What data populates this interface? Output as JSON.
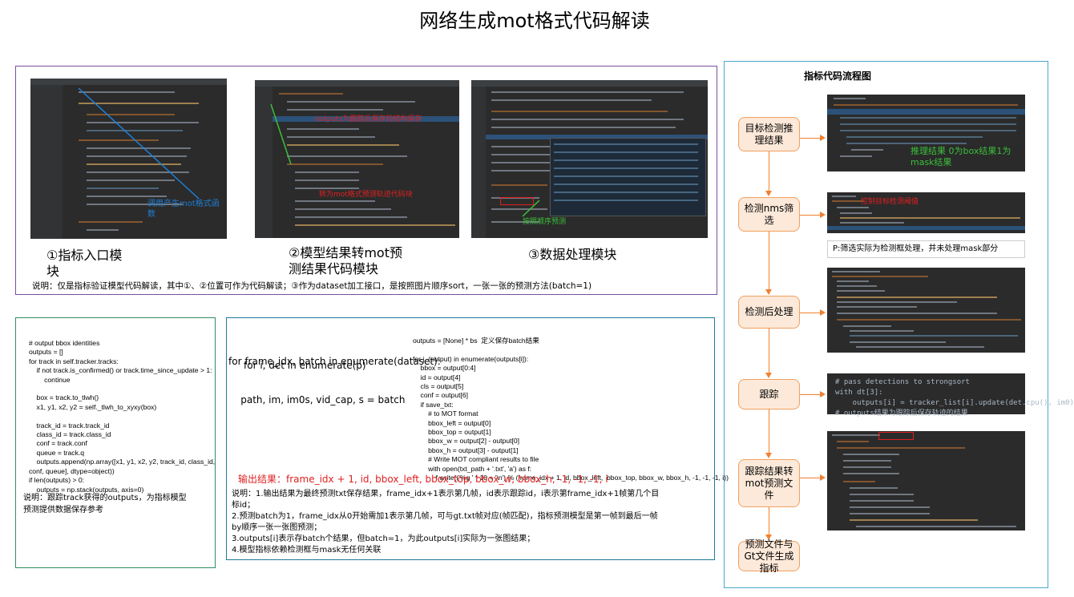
{
  "title": "网络生成mot格式代码解读",
  "module1": {
    "caption": "①指标入口模块",
    "annotation": "调用产生mot格式函数",
    "caption_line1": "①指标入口模",
    "caption_line2": "块"
  },
  "module2": {
    "caption_line1": "②模型结果转mot预",
    "caption_line2": "测结果代码模块",
    "annotation_top": "outputs为跟踪后保存的结构保存",
    "annotation_mid": "转为mot格式预测轨迹代码块"
  },
  "module3": {
    "caption": "③数据处理模块",
    "annotation": "按照顺序预测"
  },
  "top_note": "说明：仅是指标验证模型代码解读，其中①、②位置可作为代码解读；③作为dataset加工接口，是按照图片顺序sort，一张一张的预测方法(batch=1)",
  "left_box": {
    "code": [
      "# output bbox identities",
      "outputs = []",
      "for track in self.tracker.tracks:",
      "    if not track.is_confirmed() or track.time_since_update > 1:",
      "        continue",
      "",
      "    box = track.to_tlwh()",
      "    x1, y1, x2, y2 = self._tlwh_to_xyxy(box)",
      "",
      "    track_id = track.track_id",
      "    class_id = track.class_id",
      "    conf = track.conf",
      "    queue = track.q",
      "    outputs.append(np.array([x1, y1, x2, y2, track_id, class_id,",
      "conf, queue], dtype=object))",
      "if len(outputs) > 0:",
      "    outputs = np.stack(outputs, axis=0)"
    ],
    "note_line1": "说明：跟踪track获得的outputs，为指标模型",
    "note_line2": "预测提供数据保存参考"
  },
  "mid_box": {
    "loop1": "for frame_idx, batch in enumerate(dataset):",
    "loop2": "    path, im, im0s, vid_cap, s = batch",
    "loop3": "for i, det in enumerate(p)",
    "code": [
      "outputs = [None] * bs  定义保存batch结果",
      "",
      "for j, (output) in enumerate(outputs[i]):",
      "    bbox = output[0:4]",
      "    id = output[4]",
      "    cls = output[5]",
      "    conf = output[6]",
      "    if save_txt:",
      "        # to MOT format",
      "        bbox_left = output[0]",
      "        bbox_top = output[1]",
      "        bbox_w = output[2] - output[0]",
      "        bbox_h = output[3] - output[1]",
      "        # Write MOT compliant results to file",
      "        with open(txt_path + '.txt', 'a') as f:",
      "            f.write(('%g ' * 10 + '\\n') % (frame_idx + 1, id, bbox_left,  bbox_top, bbox_w, bbox_h, -1, -1, -1, i))"
    ],
    "result_label": "输出结果：",
    "result_text": "frame_idx + 1, id, bbox_left, bbox_top, bbox_w, bbox_h, -1, -1, -1, i",
    "notes": [
      "说明：1.输出结果为最终预测txt保存结果，frame_idx+1表示第几帧，id表示跟踪id，i表示第frame_idx+1帧第几个目",
      "标id；",
      "2.预测batch为1，frame_idx从0开始需加1表示第几帧，可与gt.txt帧对应(帧匹配)，指标预测模型是第一帧到最后一帧",
      "by顺序一张一张图预测；",
      "3.outputs[i]表示存batch个结果，但batch=1，为此outputs[i]实际为一张图结果；",
      "4.模型指标依赖检测框与mask无任何关联"
    ]
  },
  "flow": {
    "title": "指标代码流程图",
    "nodes": [
      {
        "label": "目标检测推理结果"
      },
      {
        "label": "检测nms筛选"
      },
      {
        "label": "检测后处理"
      },
      {
        "label": "跟踪"
      },
      {
        "label": "跟踪结果转mot预测文件"
      },
      {
        "label": "预测文件与Gt文件生成指标"
      }
    ],
    "shot1_note": "推理结果 0为box结果1为mask结果",
    "shot2_note": "控制目标检测阈值",
    "nms_note": "P:筛选实际为检测框处理，并未处理mask部分",
    "shot4_code": [
      "# pass detections to strongsort",
      "with dt[3]:",
      "    outputs[i] = tracker_list[i].update(det.cpu(), im0)",
      "# outputs结果为跟踪后保存轨迹的结果"
    ]
  },
  "colors": {
    "accent_red": "#e02020",
    "accent_blue": "#1e7fd6",
    "flow_fill": "#fde9d9",
    "flow_border": "#f08030"
  }
}
